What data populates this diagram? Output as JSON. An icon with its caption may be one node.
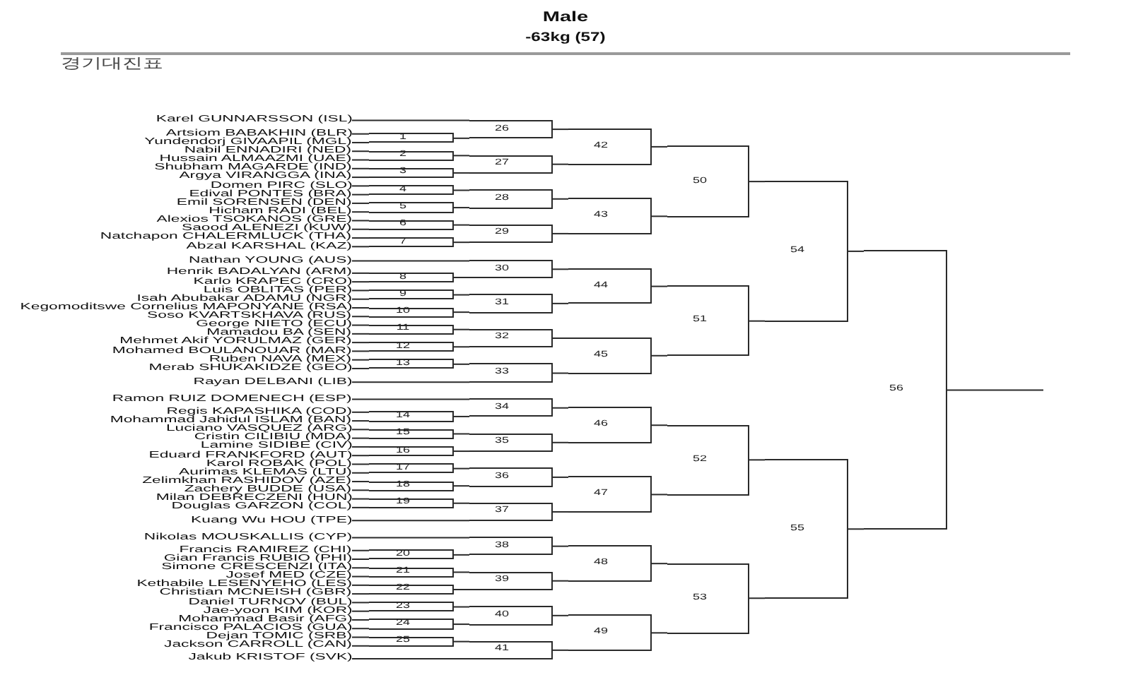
{
  "diagram": {
    "title": "Male",
    "nodes": [
      {
        "text": [
          "Karel GUNNARSSON (ISL)"
        ]
      },
      {
        "text": [
          "Artsiom BABAKHIN (BLR)"
        ]
      },
      {
        "text": [
          "Yundendorj GIVAAPIL (MGL)"
        ]
      },
      {
        "text": [
          "Nabil ENNADIRI (NED)"
        ]
      },
      {
        "text": [
          "Hussain ALMAAZMI (UAE)"
        ]
      },
      {
        "text": [
          "Shubham MAGARDE (IND)"
        ]
      },
      {
        "text": [
          "Argya VIRANGGA (INA)"
        ]
      },
      {
        "text": [
          "Domen PIRC (SLO)"
        ]
      },
      {
        "text": [
          "Edival PONTES (BRA)"
        ]
      },
      {
        "text": [
          "Emil SORENSEN (DEN)"
        ]
      },
      {
        "text": [
          "Hicham RADI (BEL)"
        ]
      },
      {
        "text": [
          "Alexios TSOKANOS (GRE)"
        ]
      },
      {
        "text": [
          "Saood ALENEZI (KUW)"
        ]
      },
      {
        "text": [
          "Natchapon CHALERMLUCK (THA)"
        ]
      },
      {
        "text": [
          "Abzal KARSHAL (KAZ)"
        ]
      },
      {
        "text": [
          "Nathan YOUNG (AUS)"
        ]
      },
      {
        "text": [
          "Henrik BADALYAN (ARM)"
        ]
      },
      {
        "text": [
          "Karlo KRAPEC (CRO)"
        ]
      },
      {
        "text": [
          "Luis OBLITAS (PER)"
        ]
      },
      {
        "text": [
          "Isah Abubakar ADAMU (NGR)"
        ]
      },
      {
        "text": [
          "Kegomoditswe Cornelius MAPONYANE (RSA)"
        ]
      },
      {
        "text": [
          "Soso KVARTSKHAVA (RUS)"
        ]
      },
      {
        "text": [
          "George NIETO (ECU)"
        ]
      },
      {
        "text": [
          "Mamadou BA (SEN)"
        ]
      },
      {
        "text": [
          "Mehmet Akif YORULMAZ (GER)"
        ]
      },
      {
        "text": [
          "Mohamed BOULANOUAR (MAR)"
        ]
      },
      {
        "text": [
          "Ruben NAVA (MEX)"
        ]
      },
      {
        "text": [
          "Merab SHUKAKIDZE (GEO)"
        ]
      },
      {
        "text": [
          "Rayan DELBANI (LIB)"
        ]
      },
      {
        "text": [
          "Ramon RUIZ DOMENECH (ESP)"
        ]
      },
      {
        "text": [
          "Regis KAPASHIKA (COD)"
        ]
      },
      {
        "text": [
          "Mohammad Jahidul ISLAM (BAN)"
        ]
      },
      {
        "text": [
          "Luciano VASQUEZ (ARG)"
        ]
      },
      {
        "text": [
          "Cristin CILIBIU (MDA)"
        ]
      },
      {
        "text": [
          "Lamine SIDIBE (CIV)"
        ]
      },
      {
        "text": [
          "Eduard FRANKFORD (AUT)"
        ]
      },
      {
        "text": [
          "Karol ROBAK (POL)"
        ]
      },
      {
        "text": [
          "Aurimas KLEMAS (LTU)"
        ]
      },
      {
        "text": [
          "Zelimkhan RASHIDOV (AZE)"
        ]
      },
      {
        "text": [
          "Zachery BUDDE (USA)"
        ]
      },
      {
        "text": [
          "Milan DEBRECZENI (HUN)"
        ]
      },
      {
        "text": [
          "Douglas GARZON (COL)"
        ]
      },
      {
        "text": [
          "Kuang Wu HOU (TPE)"
        ]
      },
      {
        "text": [
          "Nikolas MOUSKALLIS (CYP)"
        ]
      },
      {
        "text": [
          "Francis RAMIREZ (CHI)"
        ]
      },
      {
        "text": [
          "Gian Francis RUBIO (PHI)"
        ]
      },
      {
        "text": [
          "Simone CRESCENZI (ITA)"
        ]
      },
      {
        "text": [
          "Josef MED (CZE)"
        ]
      },
      {
        "text": [
          "Kethabile LESENYEHO (LES)"
        ]
      },
      {
        "text": [
          "Christian MCNEISH (GBR)"
        ]
      },
      {
        "text": [
          "Daniel TURNOV (BUL)"
        ]
      },
      {
        "text": [
          "Jae-yoon KIM (KOR)"
        ]
      },
      {
        "text": [
          "Mohammad Basir (AFG)"
        ]
      },
      {
        "text": [
          "Francisco PALACIOS (GUA)"
        ]
      },
      {
        "text": [
          "Dejan TOMIC (SRB)"
        ]
      },
      {
        "text": [
          "Jackson CARROLL (CAN)"
        ]
      },
      {
        "text": [
          "Jakub KRISTOF (SVK)"
        ]
      },
      {
        "text": [
          "1"
        ]
      },
      {
        "text": [
          "2"
        ]
      },
      {
        "text": [
          "3"
        ]
      },
      {
        "text": [
          "4"
        ]
      },
      {
        "text": [
          "5"
        ]
      },
      {
        "text": [
          "6"
        ]
      },
      {
        "text": [
          "7"
        ]
      },
      {
        "text": [
          "8"
        ]
      },
      {
        "text": [
          "9"
        ]
      },
      {
        "text": [
          "10"
        ]
      },
      {
        "text": [
          "11"
        ]
      },
      {
        "text": [
          "12"
        ]
      },
      {
        "text": [
          "13"
        ]
      },
      {
        "text": [
          "14"
        ]
      },
      {
        "text": [
          "15"
        ]
      },
      {
        "text": [
          "16"
        ]
      },
      {
        "text": [
          "17"
        ]
      },
      {
        "text": [
          "18"
        ]
      },
      {
        "text": [
          "19"
        ]
      },
      {
        "text": [
          "20"
        ]
      },
      {
        "text": [
          "21"
        ]
      },
      {
        "text": [
          "22"
        ]
      },
      {
        "text": [
          "23"
        ]
      },
      {
        "text": [
          "24"
        ]
      },
      {
        "text": [
          "25"
        ]
      },
      {
        "text": [
          "26"
        ]
      },
      {
        "text": [
          "27"
        ]
      },
      {
        "text": [
          "28"
        ]
      },
      {
        "text": [
          "29"
        ]
      },
      {
        "text": [
          "30"
        ]
      },
      {
        "text": [
          "31"
        ]
      },
      {
        "text": [
          "32"
        ]
      },
      {
        "text": [
          "33"
        ]
      },
      {
        "text": [
          "34"
        ]
      },
      {
        "text": [
          "35"
        ]
      },
      {
        "text": [
          "36"
        ]
      },
      {
        "text": [
          "37"
        ]
      },
      {
        "text": [
          "38"
        ]
      },
      {
        "text": [
          "39"
        ]
      },
      {
        "text": [
          "40"
        ]
      },
      {
        "text": [
          "41"
        ]
      },
      {
        "text": [
          "42"
        ]
      },
      {
        "text": [
          "43"
        ]
      },
      {
        "text": [
          "44"
        ]
      },
      {
        "text": [
          "45"
        ]
      },
      {
        "text": [
          "46"
        ]
      },
      {
        "text": [
          "47"
        ]
      },
      {
        "text": [
          "48"
        ]
      },
      {
        "text": [
          "49"
        ]
      },
      {
        "text": [
          "50"
        ]
      },
      {
        "text": [
          "51"
        ]
      },
      {
        "text": [
          "52"
        ]
      },
      {
        "text": [
          "53"
        ]
      },
      {
        "text": [
          "54"
        ]
      },
      {
        "text": [
          "55"
        ]
      },
      {
        "text": [
          "56"
        ]
      }
    ],
    "edges": [
      {
        "from": 1,
        "to": 57,
        "arrow": "none"
      },
      {
        "from": 2,
        "to": 57,
        "arrow": "none"
      },
      {
        "from": 3,
        "to": 58,
        "arrow": "none"
      },
      {
        "from": 4,
        "to": 58,
        "arrow": "none"
      },
      {
        "from": 5,
        "to": 59,
        "arrow": "none"
      },
      {
        "from": 6,
        "to": 59,
        "arrow": "none"
      },
      {
        "from": 7,
        "to": 60,
        "arrow": "none"
      },
      {
        "from": 8,
        "to": 60,
        "arrow": "none"
      },
      {
        "from": 9,
        "to": 61,
        "arrow": "none"
      },
      {
        "from": 10,
        "to": 61,
        "arrow": "none"
      },
      {
        "from": 11,
        "to": 62,
        "arrow": "none"
      },
      {
        "from": 12,
        "to": 62,
        "arrow": "none"
      },
      {
        "from": 13,
        "to": 63,
        "arrow": "none"
      },
      {
        "from": 14,
        "to": 63,
        "arrow": "none"
      },
      {
        "from": 16,
        "to": 64,
        "arrow": "none"
      },
      {
        "from": 17,
        "to": 64,
        "arrow": "none"
      },
      {
        "from": 18,
        "to": 65,
        "arrow": "none"
      },
      {
        "from": 19,
        "to": 65,
        "arrow": "none"
      },
      {
        "from": 20,
        "to": 66,
        "arrow": "none"
      },
      {
        "from": 21,
        "to": 66,
        "arrow": "none"
      },
      {
        "from": 22,
        "to": 67,
        "arrow": "none"
      },
      {
        "from": 23,
        "to": 67,
        "arrow": "none"
      },
      {
        "from": 24,
        "to": 68,
        "arrow": "none"
      },
      {
        "from": 25,
        "to": 68,
        "arrow": "none"
      },
      {
        "from": 26,
        "to": 69,
        "arrow": "none"
      },
      {
        "from": 27,
        "to": 69,
        "arrow": "none"
      },
      {
        "from": 30,
        "to": 70,
        "arrow": "none"
      },
      {
        "from": 31,
        "to": 70,
        "arrow": "none"
      },
      {
        "from": 32,
        "to": 71,
        "arrow": "none"
      },
      {
        "from": 33,
        "to": 71,
        "arrow": "none"
      },
      {
        "from": 34,
        "to": 72,
        "arrow": "none"
      },
      {
        "from": 35,
        "to": 72,
        "arrow": "none"
      },
      {
        "from": 36,
        "to": 73,
        "arrow": "none"
      },
      {
        "from": 37,
        "to": 73,
        "arrow": "none"
      },
      {
        "from": 38,
        "to": 74,
        "arrow": "none"
      },
      {
        "from": 39,
        "to": 74,
        "arrow": "none"
      },
      {
        "from": 40,
        "to": 75,
        "arrow": "none"
      },
      {
        "from": 41,
        "to": 75,
        "arrow": "none"
      },
      {
        "from": 44,
        "to": 76,
        "arrow": "none"
      },
      {
        "from": 45,
        "to": 76,
        "arrow": "none"
      },
      {
        "from": 46,
        "to": 77,
        "arrow": "none"
      },
      {
        "from": 47,
        "to": 77,
        "arrow": "none"
      },
      {
        "from": 48,
        "to": 78,
        "arrow": "none"
      },
      {
        "from": 49,
        "to": 78,
        "arrow": "none"
      },
      {
        "from": 50,
        "to": 79,
        "arrow": "none"
      },
      {
        "from": 51,
        "to": 79,
        "arrow": "none"
      },
      {
        "from": 52,
        "to": 80,
        "arrow": "none"
      },
      {
        "from": 53,
        "to": 80,
        "arrow": "none"
      },
      {
        "from": 54,
        "to": 81,
        "arrow": "none"
      },
      {
        "from": 55,
        "to": 81,
        "arrow": "none"
      },
      {
        "from": 0,
        "to": 82,
        "arrow": "none"
      },
      {
        "from": 57,
        "to": 82,
        "arrow": "none"
      },
      {
        "from": 58,
        "to": 83,
        "arrow": "none"
      },
      {
        "from": 59,
        "to": 83,
        "arrow": "none"
      },
      {
        "from": 60,
        "to": 84,
        "arrow": "none"
      },
      {
        "from": 61,
        "to": 84,
        "arrow": "none"
      },
      {
        "from": 62,
        "to": 85,
        "arrow": "none"
      },
      {
        "from": 63,
        "to": 85,
        "arrow": "none"
      },
      {
        "from": 15,
        "to": 86,
        "arrow": "none"
      },
      {
        "from": 64,
        "to": 86,
        "arrow": "none"
      },
      {
        "from": 65,
        "to": 87,
        "arrow": "none"
      },
      {
        "from": 66,
        "to": 87,
        "arrow": "none"
      },
      {
        "from": 67,
        "to": 88,
        "arrow": "none"
      },
      {
        "from": 68,
        "to": 88,
        "arrow": "none"
      },
      {
        "from": 69,
        "to": 89,
        "arrow": "none"
      },
      {
        "from": 28,
        "to": 89,
        "arrow": "none"
      },
      {
        "from": 29,
        "to": 90,
        "arrow": "none"
      },
      {
        "from": 70,
        "to": 90,
        "arrow": "none"
      },
      {
        "from": 71,
        "to": 91,
        "arrow": "none"
      },
      {
        "from": 72,
        "to": 91,
        "arrow": "none"
      },
      {
        "from": 73,
        "to": 92,
        "arrow": "none"
      },
      {
        "from": 74,
        "to": 92,
        "arrow": "none"
      },
      {
        "from": 75,
        "to": 93,
        "arrow": "none"
      },
      {
        "from": 42,
        "to": 93,
        "arrow": "none"
      },
      {
        "from": 43,
        "to": 94,
        "arrow": "none"
      },
      {
        "from": 76,
        "to": 94,
        "arrow": "none"
      },
      {
        "from": 77,
        "to": 95,
        "arrow": "none"
      },
      {
        "from": 78,
        "to": 95,
        "arrow": "none"
      },
      {
        "from": 79,
        "to": 96,
        "arrow": "none"
      },
      {
        "from": 80,
        "to": 96,
        "arrow": "none"
      },
      {
        "from": 81,
        "to": 97,
        "arrow": "none"
      },
      {
        "from": 56,
        "to": 97,
        "arrow": "none"
      },
      {
        "from": 82,
        "to": 98,
        "arrow": "none"
      },
      {
        "from": 83,
        "to": 98,
        "arrow": "none"
      },
      {
        "from": 84,
        "to": 99,
        "arrow": "none"
      },
      {
        "from": 85,
        "to": 99,
        "arrow": "none"
      },
      {
        "from": 86,
        "to": 100,
        "arrow": "none"
      },
      {
        "from": 87,
        "to": 100,
        "arrow": "none"
      },
      {
        "from": 88,
        "to": 101,
        "arrow": "none"
      },
      {
        "from": 89,
        "to": 101,
        "arrow": "none"
      },
      {
        "from": 90,
        "to": 102,
        "arrow": "none"
      },
      {
        "from": 91,
        "to": 102,
        "arrow": "none"
      },
      {
        "from": 92,
        "to": 103,
        "arrow": "none"
      },
      {
        "from": 93,
        "to": 103,
        "arrow": "none"
      },
      {
        "from": 94,
        "to": 104,
        "arrow": "none"
      },
      {
        "from": 95,
        "to": 104,
        "arrow": "none"
      },
      {
        "from": 96,
        "to": 105,
        "arrow": "none"
      },
      {
        "from": 97,
        "to": 105,
        "arrow": "none"
      },
      {
        "from": 98,
        "to": 106,
        "arrow": "none"
      },
      {
        "from": 99,
        "to": 106,
        "arrow": "none"
      },
      {
        "from": 100,
        "to": 107,
        "arrow": "none"
      },
      {
        "from": 101,
        "to": 107,
        "arrow": "none"
      },
      {
        "from": 102,
        "to": 108,
        "arrow": "none"
      },
      {
        "from": 103,
        "to": 108,
        "arrow": "none"
      },
      {
        "from": 104,
        "to": 109,
        "arrow": "none"
      },
      {
        "from": 105,
        "to": 109,
        "arrow": "none"
      },
      {
        "from": 106,
        "to": 110,
        "arrow": "none"
      },
      {
        "from": 107,
        "to": 110,
        "arrow": "none"
      },
      {
        "from": 108,
        "to": 111,
        "arrow": "none"
      },
      {
        "from": 109,
        "to": 111,
        "arrow": "none"
      },
      {
        "from": 110,
        "to": 112,
        "arrow": "none"
      },
      {
        "from": 111,
        "to": 112,
        "arrow": "none"
      },
      {
        "from": 112,
        "to": null,
        "arrow": "none"
      }
    ],
    "labels": [
      "-63kg (57)",
      "경기대진표"
    ]
  }
}
